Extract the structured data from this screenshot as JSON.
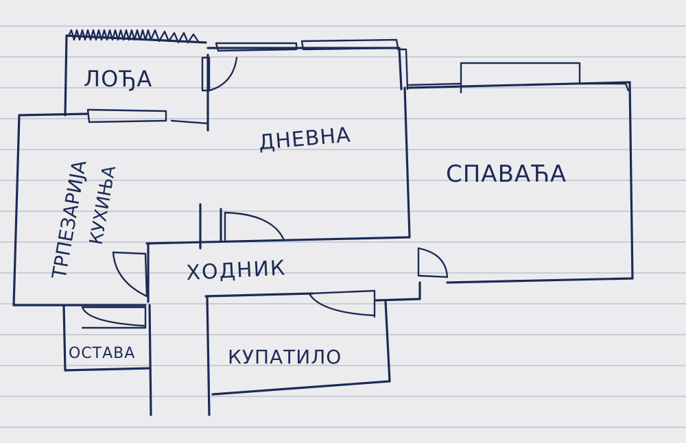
{
  "rooms": {
    "loggia": "ЛОЂА",
    "living": "ДНЕВНА",
    "bedroom": "СПАВАЋА",
    "dining": "ТРПЕЗАРИЈА",
    "kitchen": "КУХИЊА",
    "hallway": "ХОДНИК",
    "pantry": "ОСТАВА",
    "bathroom": "КУПАТИЛО"
  },
  "colors": {
    "ink": "#1c2a55",
    "paper": "#ececee",
    "rule_lines": "#c9cbd6"
  }
}
